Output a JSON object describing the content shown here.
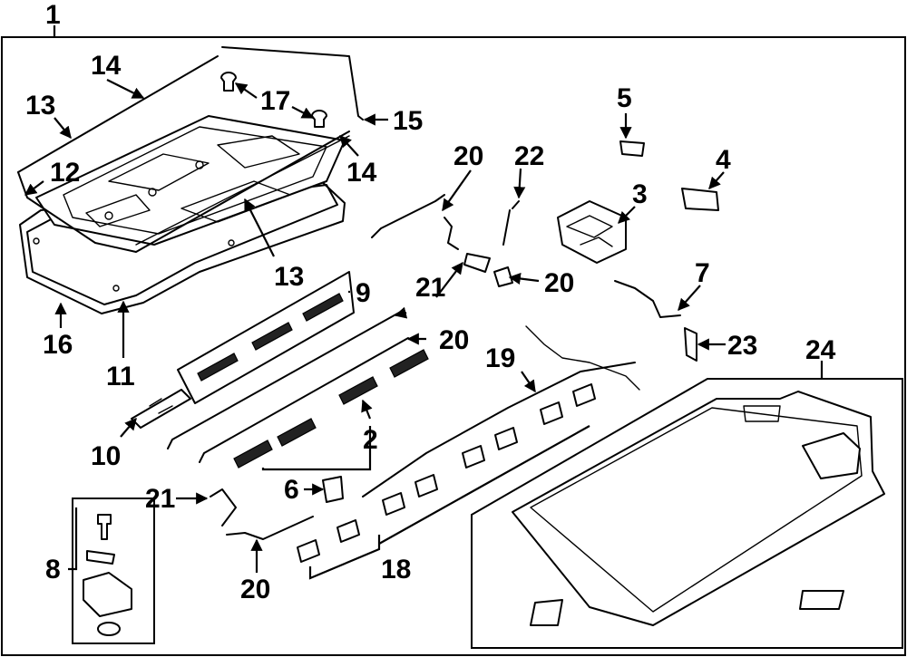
{
  "callouts": {
    "c1": "1",
    "c2": "2",
    "c3": "3",
    "c4": "4",
    "c5": "5",
    "c6": "6",
    "c7": "7",
    "c8": "8",
    "c9": "9",
    "c10": "10",
    "c11": "11",
    "c12": "12",
    "c13a": "13",
    "c13b": "13",
    "c14a": "14",
    "c14b": "14",
    "c15": "15",
    "c16": "16",
    "c17": "17",
    "c18": "18",
    "c19": "19",
    "c20a": "20",
    "c20b": "20",
    "c20c": "20",
    "c20d": "20",
    "c21a": "21",
    "c21b": "21",
    "c22": "22",
    "c23": "23",
    "c24": "24"
  }
}
